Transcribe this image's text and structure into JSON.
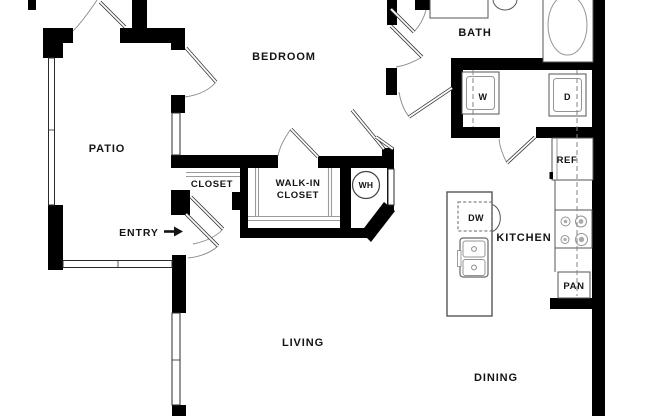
{
  "floor_plan": {
    "background": "#ffffff",
    "wall_color": "#000000",
    "rooms": {
      "patio": {
        "label": "PATIO"
      },
      "bedroom": {
        "label": "BEDROOM"
      },
      "bath": {
        "label": "BATH"
      },
      "closet": {
        "label": "CLOSET"
      },
      "walk_in_closet": {
        "line1": "WALK-IN",
        "line2": "CLOSET"
      },
      "entry": {
        "label": "ENTRY"
      },
      "kitchen": {
        "label": "KITCHEN"
      },
      "living": {
        "label": "LIVING"
      },
      "dining": {
        "label": "DINING"
      }
    },
    "fixtures": {
      "water_heater": {
        "label": "WH"
      },
      "washer": {
        "label": "W"
      },
      "dryer": {
        "label": "D"
      },
      "refrigerator": {
        "label": "REF"
      },
      "dishwasher": {
        "label": "DW"
      },
      "pantry": {
        "label": "PAN"
      }
    }
  }
}
